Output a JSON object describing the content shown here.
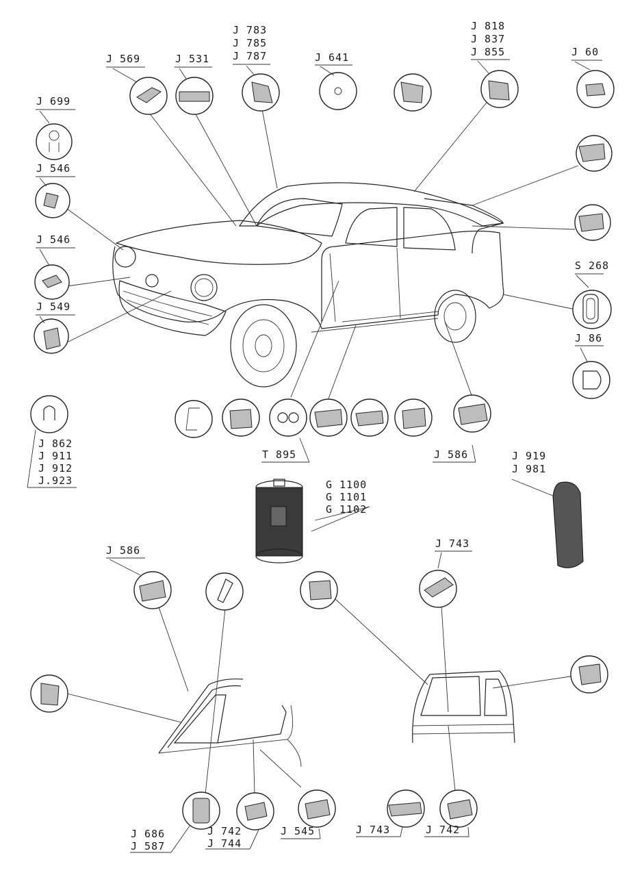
{
  "references": {
    "j569": "J 569",
    "j531": "J 531",
    "j783_group": [
      "J 783",
      "J 785",
      "J 787"
    ],
    "j641": "J 641",
    "j818_group": [
      "J 818",
      "J 837",
      "J 855"
    ],
    "j60": "J 60",
    "j699": "J 699",
    "j546_a": "J 546",
    "j546_b": "J 546",
    "j549": "J 549",
    "s268": "S 268",
    "j86": "J 86",
    "j862_group": [
      "J 862",
      "J 911",
      "J 912",
      "J.923"
    ],
    "t895": "T 895",
    "j586_top": "J 586",
    "j919_group": [
      "J 919",
      "J 981"
    ],
    "g1100_group": [
      "G 1100",
      "G 1101",
      "G 1102"
    ],
    "j586_bottom": "J 586",
    "j743_top": "J 743",
    "j686_group": [
      "J 686",
      "J 587"
    ],
    "j742_group": [
      "J 742",
      "J 744"
    ],
    "j545": "J 545",
    "j743_bottom": "J 743",
    "j742_bottom": "J 742"
  },
  "colors": {
    "ink": "#222222",
    "paper": "#ffffff",
    "part_shade": "#bdbdbd",
    "can_dark": "#3a3a3a"
  }
}
